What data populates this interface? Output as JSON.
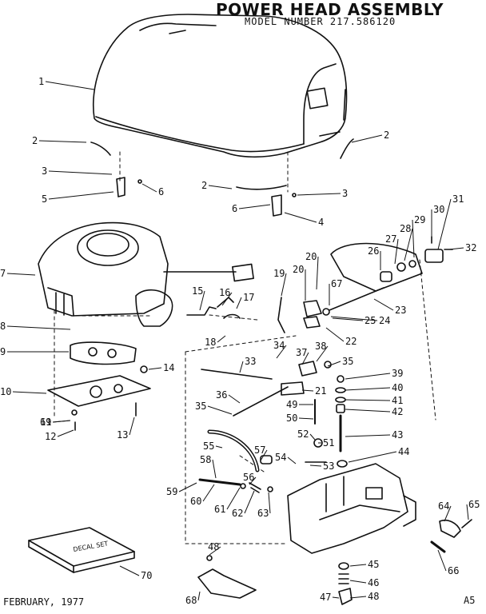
{
  "header": {
    "title": "POWER HEAD ASSEMBLY",
    "model_line": "MODEL NUMBER  217.586120"
  },
  "footer": {
    "date": "FEBRUARY, 1977",
    "page_code": "A5"
  },
  "decal_label": "DECAL SET",
  "callouts": [
    "1",
    "2",
    "2",
    "2",
    "3",
    "3",
    "4",
    "5",
    "6",
    "6",
    "7",
    "8",
    "9",
    "10",
    "11",
    "12",
    "13",
    "14",
    "15",
    "16",
    "17",
    "18",
    "19",
    "20",
    "20",
    "21",
    "22",
    "23",
    "24",
    "25",
    "26",
    "27",
    "28",
    "29",
    "30",
    "31",
    "32",
    "33",
    "34",
    "35",
    "35",
    "36",
    "37",
    "38",
    "39",
    "40",
    "41",
    "42",
    "43",
    "44",
    "45",
    "46",
    "47",
    "48",
    "48",
    "49",
    "50",
    "51",
    "52",
    "53",
    "54",
    "55",
    "56",
    "57",
    "58",
    "59",
    "60",
    "61",
    "62",
    "63",
    "64",
    "65",
    "66",
    "67",
    "68",
    "69",
    "70"
  ]
}
